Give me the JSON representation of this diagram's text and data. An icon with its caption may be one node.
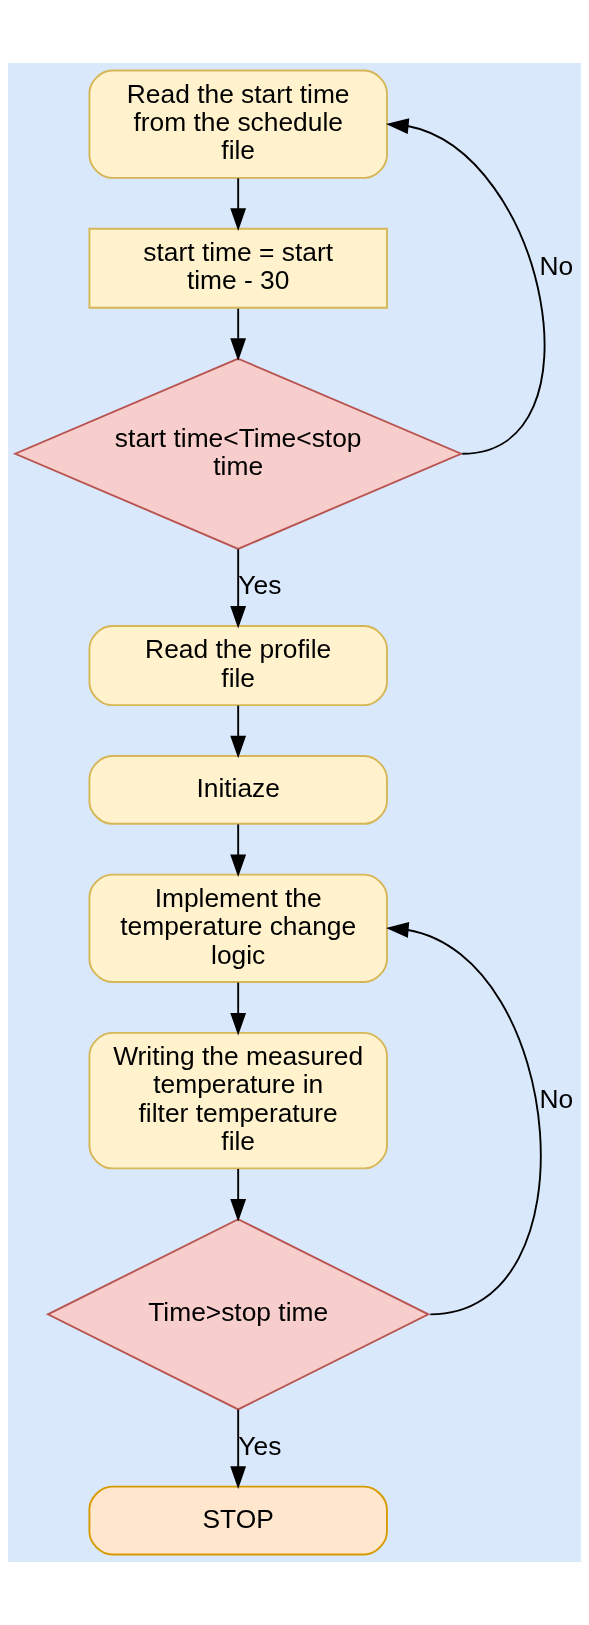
{
  "diagram": {
    "nodes": [
      {
        "text": [
          "Read the start time from the schedule file"
        ]
      },
      {
        "text": [
          "start time = start time - 30"
        ]
      },
      {
        "text": [
          "start time<Time<stop time"
        ]
      },
      {
        "text": [
          "Read the profile file"
        ]
      },
      {
        "text": [
          "Initiaze"
        ]
      },
      {
        "text": [
          "Implement the temperature change logic"
        ]
      },
      {
        "text": [
          "Writing the measured temperature in filter temperature file"
        ]
      },
      {
        "text": [
          "Time>stop time"
        ]
      },
      {
        "text": [
          "STOP"
        ]
      }
    ],
    "edges": [
      {
        "from": 0,
        "to": 1,
        "arrow": "to"
      },
      {
        "from": 1,
        "to": 2,
        "arrow": "to"
      },
      {
        "from": 2,
        "to": 0,
        "arrow": "to",
        "label": "No"
      },
      {
        "from": 2,
        "to": 3,
        "arrow": "to",
        "label": "Yes"
      },
      {
        "from": 3,
        "to": 4,
        "arrow": "to"
      },
      {
        "from": 4,
        "to": 5,
        "arrow": "to"
      },
      {
        "from": 5,
        "to": 6,
        "arrow": "to"
      },
      {
        "from": 6,
        "to": 7,
        "arrow": "to"
      },
      {
        "from": 7,
        "to": 5,
        "arrow": "to",
        "label": "No"
      },
      {
        "from": 7,
        "to": 8,
        "arrow": "to",
        "label": "Yes"
      }
    ]
  }
}
